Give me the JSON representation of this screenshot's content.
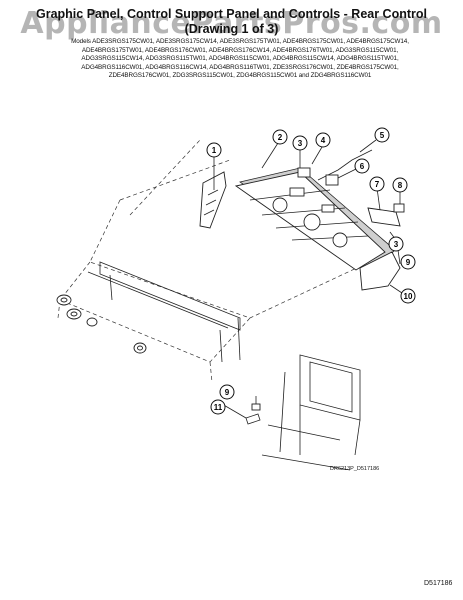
{
  "header": {
    "watermark": "AppliancePartsPros.com",
    "title_line1": "Graphic Panel, Control Support Panel and Controls - Rear Control",
    "title_line2": "(Drawing 1 of 3)"
  },
  "models": [
    "Models ADE3SRGS175CW01, ADE3SRGS175CW14, ADE3SRGS175TW01, ADE4BRGS175CW01, ADE4BRGS175CW14,",
    "ADE4BRGS175TW01, ADE4BRGS176CW01, ADE4BRGS176CW14, ADE4BRGS176TW01, ADG3SRGS115CW01,",
    "ADG3SRGS115CW14, ADG3SRGS115TW01, ADG4BRGS115CW01, ADG4BRGS115CW14, ADG4BRGS115TW01,",
    "ADG4BRGS116CW01, ADG4BRGS116CW14, ADG4BRGS116TW01, ZDE3SRGS176CW01, ZDE4BRGS175CW01,",
    "ZDE4BRGS176CW01, ZDG3SRGS115CW01, ZDG4BRGS115CW01 and ZDG4BRGS116CW01"
  ],
  "callouts": [
    "1",
    "2",
    "3",
    "4",
    "5",
    "6",
    "7",
    "8",
    "3",
    "9",
    "10",
    "9",
    "11"
  ],
  "drawing_number": "DR6213P_D517186",
  "page_code": "D517186"
}
